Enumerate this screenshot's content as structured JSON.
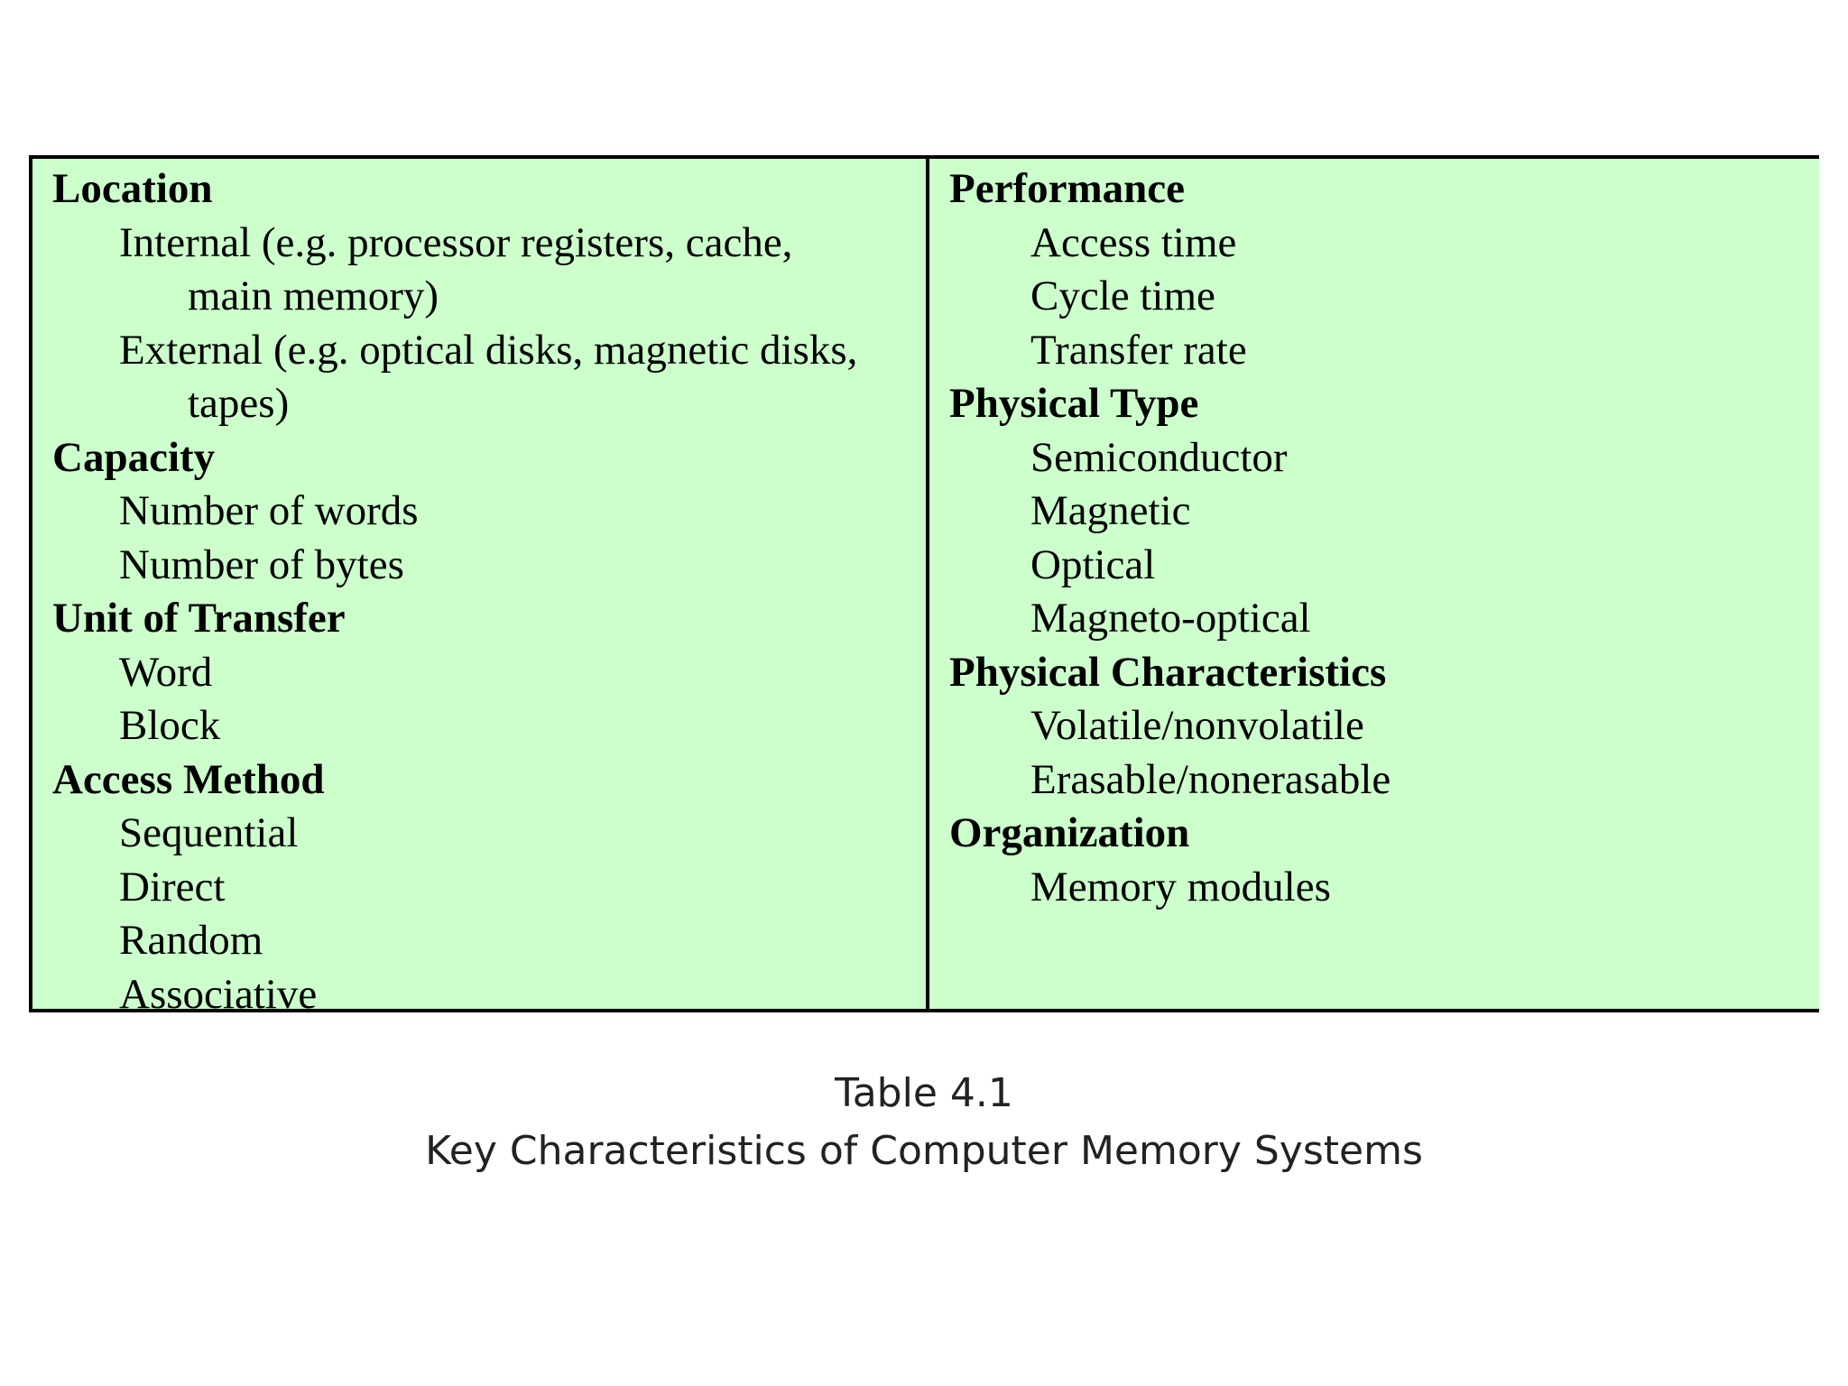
{
  "table": {
    "left_column": [
      {
        "category": "Location",
        "items": [
          {
            "text": "Internal (e.g. processor registers, cache,",
            "wrap": "main memory)"
          },
          {
            "text": "External (e.g. optical disks, magnetic disks,",
            "wrap": "tapes)"
          }
        ]
      },
      {
        "category": "Capacity",
        "items": [
          {
            "text": "Number of words"
          },
          {
            "text": "Number of bytes"
          }
        ]
      },
      {
        "category": "Unit of Transfer",
        "items": [
          {
            "text": "Word"
          },
          {
            "text": "Block"
          }
        ]
      },
      {
        "category": "Access Method",
        "items": [
          {
            "text": "Sequential"
          },
          {
            "text": "Direct"
          },
          {
            "text": "Random"
          },
          {
            "text": "Associative"
          }
        ]
      }
    ],
    "right_column": [
      {
        "category": "Performance",
        "items": [
          {
            "text": "Access time"
          },
          {
            "text": "Cycle time"
          },
          {
            "text": "Transfer rate"
          }
        ]
      },
      {
        "category": "Physical Type",
        "items": [
          {
            "text": "Semiconductor"
          },
          {
            "text": "Magnetic"
          },
          {
            "text": "Optical"
          },
          {
            "text": "Magneto-optical"
          }
        ]
      },
      {
        "category": "Physical Characteristics",
        "items": [
          {
            "text": "Volatile/nonvolatile"
          },
          {
            "text": "Erasable/nonerasable"
          }
        ]
      },
      {
        "category": "Organization",
        "items": [
          {
            "text": "Memory modules"
          }
        ]
      }
    ]
  },
  "caption": {
    "line1": "Table 4.1",
    "line2": "Key Characteristics of Computer Memory Systems"
  },
  "colors": {
    "table_background": "#ccffcc",
    "border": "#000000"
  }
}
